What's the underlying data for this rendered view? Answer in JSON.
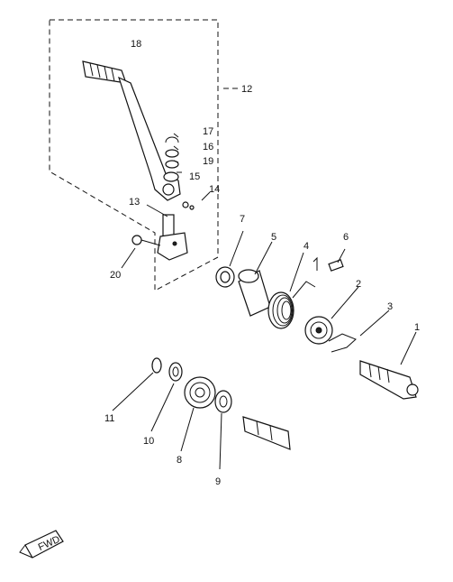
{
  "callouts": {
    "c1": "1",
    "c2": "2",
    "c3": "3",
    "c4": "4",
    "c5": "5",
    "c6": "6",
    "c7": "7",
    "c8": "8",
    "c9": "9",
    "c10": "10",
    "c11": "11",
    "c12": "12",
    "c13": "13",
    "c14": "14",
    "c15": "15",
    "c16": "16",
    "c17": "17",
    "c18": "18",
    "c19": "19",
    "c20": "20"
  },
  "badge": {
    "text": "FWD"
  },
  "colors": {
    "ink": "#111111",
    "paper": "#ffffff"
  }
}
